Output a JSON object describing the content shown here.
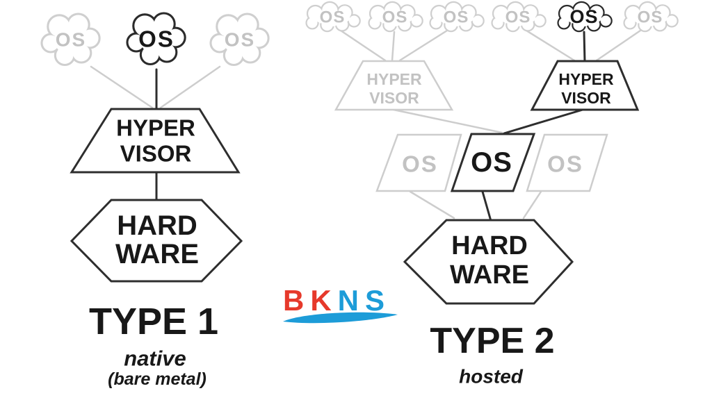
{
  "colors": {
    "ink": "#222222",
    "muted": "#cccccc",
    "logo_red": "#e6392b",
    "logo_blue": "#1d9cd8",
    "background": "#ffffff"
  },
  "type1": {
    "clouds": [
      {
        "label": "OS"
      },
      {
        "label": "OS"
      },
      {
        "label": "OS"
      }
    ],
    "hypervisor": {
      "line1": "HYPER",
      "line2": "VISOR"
    },
    "hardware": {
      "line1": "HARD",
      "line2": "WARE"
    },
    "caption": {
      "title": "TYPE 1",
      "subtitle": "native",
      "note": "(bare metal)"
    }
  },
  "type2": {
    "clouds": [
      {
        "label": "OS"
      },
      {
        "label": "OS"
      },
      {
        "label": "OS"
      },
      {
        "label": "OS"
      },
      {
        "label": "OS"
      },
      {
        "label": "OS"
      }
    ],
    "hypervisor_inactive": {
      "line1": "HYPER",
      "line2": "VISOR"
    },
    "hypervisor_active": {
      "line1": "HYPER",
      "line2": "VISOR"
    },
    "host_os": [
      {
        "label": "OS"
      },
      {
        "label": "OS"
      },
      {
        "label": "OS"
      }
    ],
    "hardware": {
      "line1": "HARD",
      "line2": "WARE"
    },
    "caption": {
      "title": "TYPE 2",
      "subtitle": "hosted"
    }
  },
  "logo": {
    "part1": "BK",
    "part2": "NS"
  }
}
